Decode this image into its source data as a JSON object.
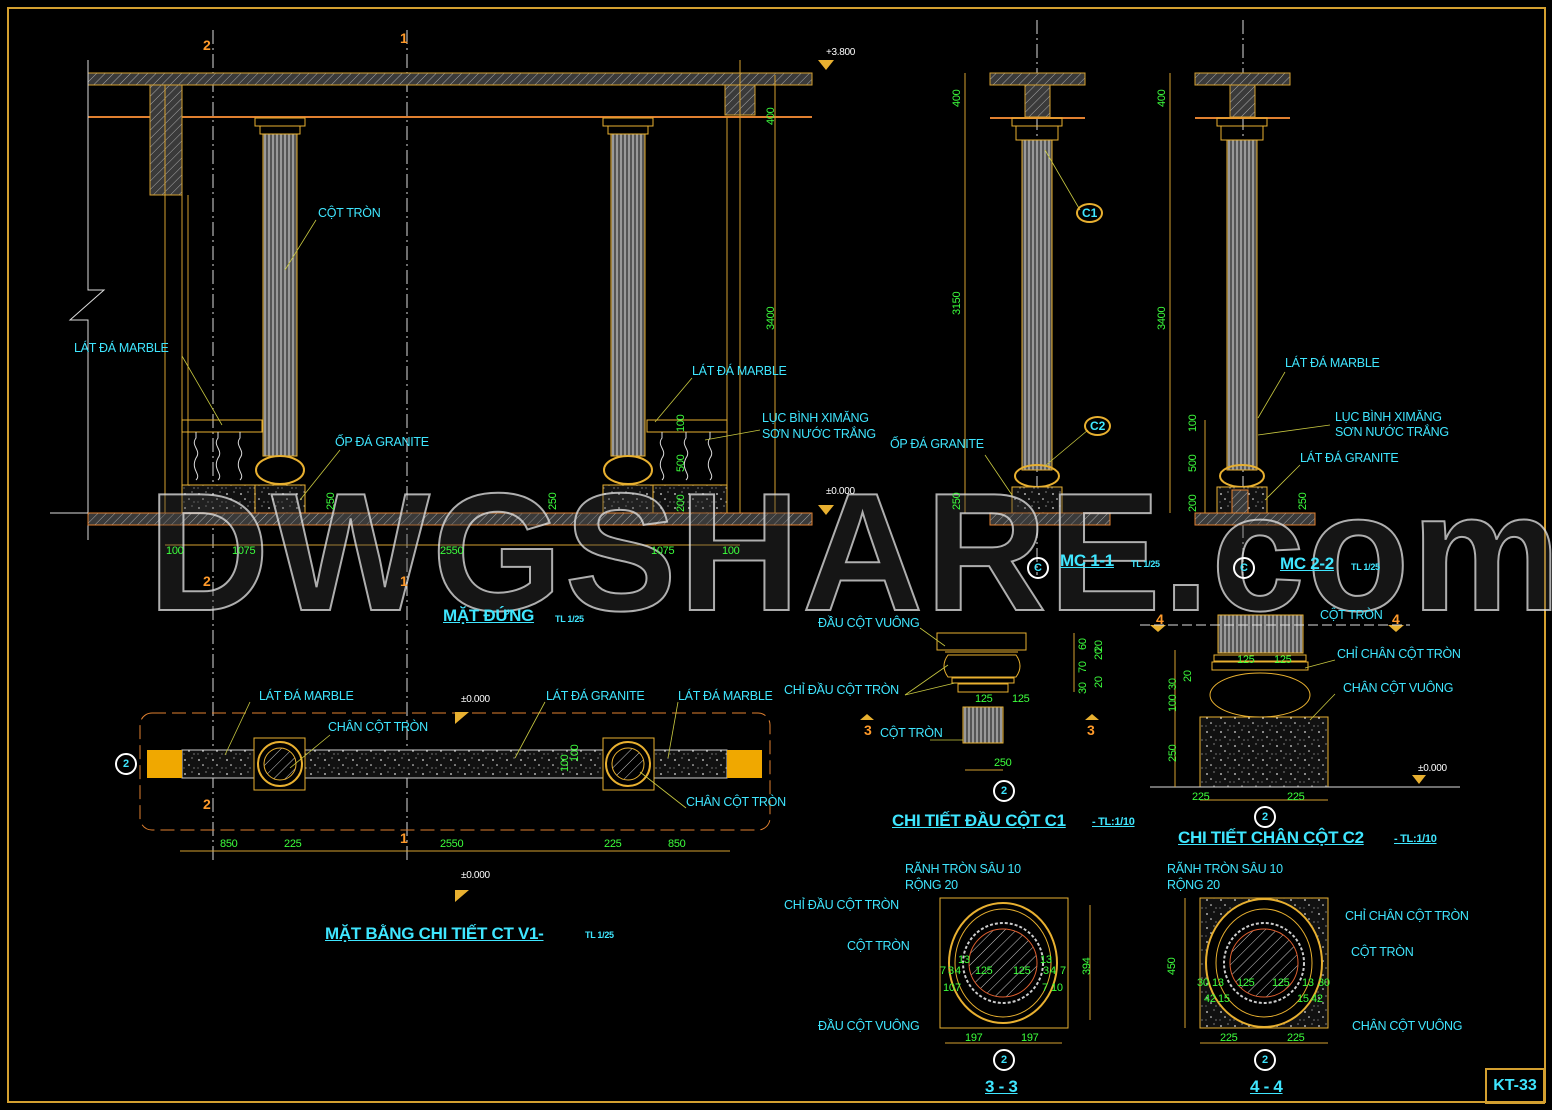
{
  "sheet": {
    "code": "KT-33",
    "watermark": "DWGSHARE.com"
  },
  "axes": {
    "a2": "2",
    "a1": "1"
  },
  "elevation": {
    "title": "MẶT ĐỨNG",
    "scale": "TL 1/25",
    "level_top": "+3.800",
    "level_floor": "±0.000",
    "labels": {
      "cot_tron": "CỘT TRÒN",
      "lat_marble": "LÁT ĐÁ MARBLE",
      "luc_binh": "LỤC BÌNH XIMĂNG",
      "son_nuoc": "SƠN NƯỚC TRẮNG",
      "op_granite": "ỐP ĐÁ GRANITE"
    },
    "dims": {
      "h1": [
        "100",
        "1075",
        "2550",
        "1075",
        "100"
      ],
      "v250": "250",
      "v100": "100",
      "v500": "500",
      "v200": "200",
      "v400": "400",
      "v3400": "3400"
    }
  },
  "mc11": {
    "title": "MC 1-1",
    "scale": "TL 1/25",
    "marker": "C",
    "tag_c1": "C1",
    "tag_c2": "C2",
    "op_granite": "ỐP ĐÁ GRANITE",
    "dims": [
      "400",
      "3150",
      "250"
    ]
  },
  "mc22": {
    "title": "MC 2-2",
    "scale": "TL 1/25",
    "marker": "C",
    "lat_marble": "LÁT ĐÁ MARBLE",
    "luc_binh": "LỤC BÌNH XIMĂNG",
    "son_nuoc": "SƠN NƯỚC TRẮNG",
    "lat_granite": "LÁT ĐÁ GRANITE",
    "dims": [
      "400",
      "3400",
      "100",
      "500",
      "200",
      "250"
    ]
  },
  "c1": {
    "title": "CHI TIẾT ĐẦU CỘT C1",
    "scale": "- TL:1/10",
    "dau_vuong": "ĐẦU CỘT VUÔNG",
    "chi_dau": "CHỈ ĐẦU CỘT TRÒN",
    "cot_tron": "CỘT TRÒN",
    "section": "3",
    "marker": "2",
    "dims": {
      "v": [
        "60",
        "20",
        "70",
        "20",
        "30",
        "20"
      ],
      "h": [
        "125",
        "125",
        "250"
      ]
    }
  },
  "c2": {
    "title": "CHI TIẾT CHÂN CỘT C2",
    "scale": "- TL:1/10",
    "cot_tron": "CỘT TRÒN",
    "chi_chan": "CHỈ CHÂN CỘT TRÒN",
    "chan_vuong": "CHÂN CỘT VUÔNG",
    "section": "4",
    "level": "±0.000",
    "marker": "2",
    "dims": {
      "v": [
        "20",
        "30",
        "100",
        "250"
      ],
      "h": [
        "125",
        "125",
        "225",
        "225"
      ]
    }
  },
  "plan": {
    "title": "MẶT BẰNG CHI TIẾT CT V1-",
    "scale": "TL 1/25",
    "level": "±0.000",
    "marker": "2",
    "labels": {
      "lat_marble": "LÁT ĐÁ MARBLE",
      "lat_granite": "LÁT ĐÁ GRANITE",
      "chan_cot_tron": "CHÂN CỘT TRÒN"
    },
    "dims": {
      "h": [
        "850",
        "225",
        "2550",
        "225",
        "850"
      ],
      "v": [
        "100",
        "100"
      ]
    }
  },
  "s33": {
    "title": "3 - 3",
    "ranh": "RÃNH TRÒN SÂU 10",
    "rong": "RỘNG 20",
    "chi_dau": "CHỈ ĐẦU CỘT TRÒN",
    "cot_tron": "CỘT TRÒN",
    "dau_vuong": "ĐẦU CỘT VUÔNG",
    "marker": "2",
    "dims": {
      "v394": "394",
      "h": [
        "197",
        "197"
      ],
      "inner": [
        "7",
        "3",
        "4",
        "125",
        "125",
        "3",
        "4",
        "7"
      ],
      "lower": [
        "10",
        "7",
        "7",
        "10"
      ],
      "r13": "13"
    }
  },
  "s44": {
    "title": "4 - 4",
    "ranh": "RÃNH TRÒN SÂU 10",
    "rong": "RỘNG 20",
    "chi_chan": "CHỈ CHÂN CỘT TRÒN",
    "cot_tron": "CỘT TRÒN",
    "chan_vuong": "CHÂN CỘT VUÔNG",
    "marker": "2",
    "dims": {
      "v450": "450",
      "h": [
        "225",
        "225"
      ],
      "inner": [
        "30",
        "13",
        "125",
        "125",
        "13",
        "30"
      ],
      "lower": [
        "42",
        "15",
        "15",
        "42"
      ]
    }
  },
  "colors": {
    "bg": "#000000",
    "frame": "#d4a030",
    "text": "#3fe6ff",
    "dim": "#3cff3c",
    "axis": "#ff9a2a"
  }
}
